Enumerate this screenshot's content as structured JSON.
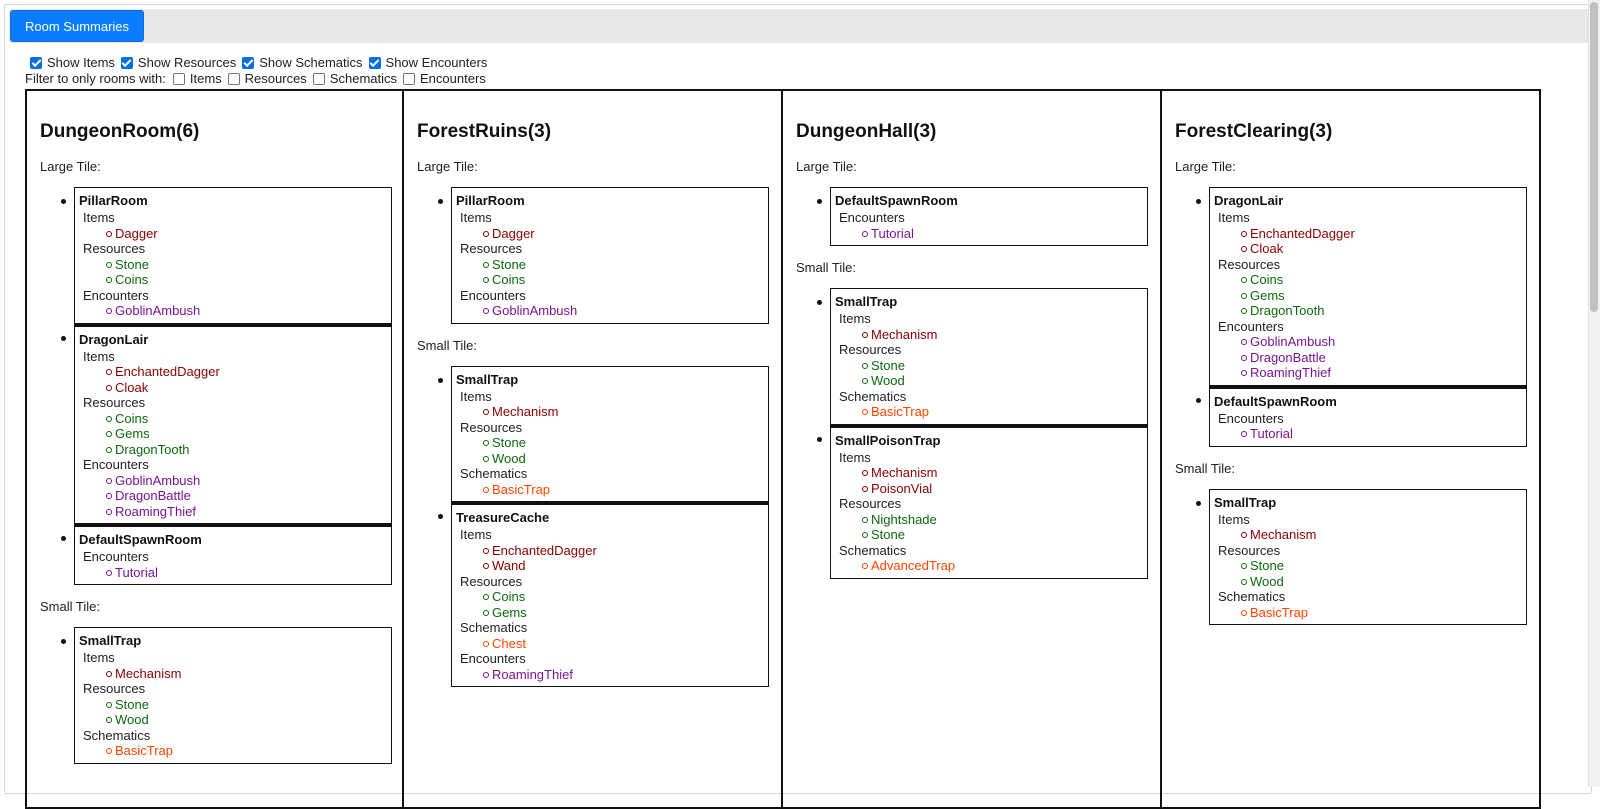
{
  "tab": {
    "label": "Room Summaries"
  },
  "controls": {
    "show": [
      {
        "label": "Show Items",
        "checked": true
      },
      {
        "label": "Show Resources",
        "checked": true
      },
      {
        "label": "Show Schematics",
        "checked": true
      },
      {
        "label": "Show Encounters",
        "checked": true
      }
    ],
    "filter_label": "Filter to only rooms with:",
    "filter": [
      {
        "label": "Items",
        "checked": false
      },
      {
        "label": "Resources",
        "checked": false
      },
      {
        "label": "Schematics",
        "checked": false
      },
      {
        "label": "Encounters",
        "checked": false
      }
    ]
  },
  "colors": {
    "items": "#8b0000",
    "resources": "#0a6b0a",
    "schematics": "#ff4500",
    "encounters": "#7b1493",
    "tab": "#0a7dff"
  },
  "columns": [
    {
      "title": "DungeonRoom(6)",
      "sections": [
        {
          "label": "Large Tile:",
          "rooms": [
            {
              "name": "PillarRoom",
              "groups": [
                {
                  "type": "items",
                  "label": "Items",
                  "entries": [
                    "Dagger"
                  ]
                },
                {
                  "type": "resources",
                  "label": "Resources",
                  "entries": [
                    "Stone",
                    "Coins"
                  ]
                },
                {
                  "type": "encounters",
                  "label": "Encounters",
                  "entries": [
                    "GoblinAmbush"
                  ]
                }
              ]
            },
            {
              "name": "DragonLair",
              "groups": [
                {
                  "type": "items",
                  "label": "Items",
                  "entries": [
                    "EnchantedDagger",
                    "Cloak"
                  ]
                },
                {
                  "type": "resources",
                  "label": "Resources",
                  "entries": [
                    "Coins",
                    "Gems",
                    "DragonTooth"
                  ]
                },
                {
                  "type": "encounters",
                  "label": "Encounters",
                  "entries": [
                    "GoblinAmbush",
                    "DragonBattle",
                    "RoamingThief"
                  ]
                }
              ]
            },
            {
              "name": "DefaultSpawnRoom",
              "groups": [
                {
                  "type": "encounters",
                  "label": "Encounters",
                  "entries": [
                    "Tutorial"
                  ]
                }
              ]
            }
          ]
        },
        {
          "label": "Small Tile:",
          "rooms": [
            {
              "name": "SmallTrap",
              "groups": [
                {
                  "type": "items",
                  "label": "Items",
                  "entries": [
                    "Mechanism"
                  ]
                },
                {
                  "type": "resources",
                  "label": "Resources",
                  "entries": [
                    "Stone",
                    "Wood"
                  ]
                },
                {
                  "type": "schematics",
                  "label": "Schematics",
                  "entries": [
                    "BasicTrap"
                  ]
                }
              ]
            }
          ]
        }
      ]
    },
    {
      "title": "ForestRuins(3)",
      "sections": [
        {
          "label": "Large Tile:",
          "rooms": [
            {
              "name": "PillarRoom",
              "groups": [
                {
                  "type": "items",
                  "label": "Items",
                  "entries": [
                    "Dagger"
                  ]
                },
                {
                  "type": "resources",
                  "label": "Resources",
                  "entries": [
                    "Stone",
                    "Coins"
                  ]
                },
                {
                  "type": "encounters",
                  "label": "Encounters",
                  "entries": [
                    "GoblinAmbush"
                  ]
                }
              ]
            }
          ]
        },
        {
          "label": "Small Tile:",
          "rooms": [
            {
              "name": "SmallTrap",
              "groups": [
                {
                  "type": "items",
                  "label": "Items",
                  "entries": [
                    "Mechanism"
                  ]
                },
                {
                  "type": "resources",
                  "label": "Resources",
                  "entries": [
                    "Stone",
                    "Wood"
                  ]
                },
                {
                  "type": "schematics",
                  "label": "Schematics",
                  "entries": [
                    "BasicTrap"
                  ]
                }
              ]
            },
            {
              "name": "TreasureCache",
              "groups": [
                {
                  "type": "items",
                  "label": "Items",
                  "entries": [
                    "EnchantedDagger",
                    "Wand"
                  ]
                },
                {
                  "type": "resources",
                  "label": "Resources",
                  "entries": [
                    "Coins",
                    "Gems"
                  ]
                },
                {
                  "type": "schematics",
                  "label": "Schematics",
                  "entries": [
                    "Chest"
                  ]
                },
                {
                  "type": "encounters",
                  "label": "Encounters",
                  "entries": [
                    "RoamingThief"
                  ]
                }
              ]
            }
          ]
        }
      ]
    },
    {
      "title": "DungeonHall(3)",
      "sections": [
        {
          "label": "Large Tile:",
          "rooms": [
            {
              "name": "DefaultSpawnRoom",
              "groups": [
                {
                  "type": "encounters",
                  "label": "Encounters",
                  "entries": [
                    "Tutorial"
                  ]
                }
              ]
            }
          ]
        },
        {
          "label": "Small Tile:",
          "rooms": [
            {
              "name": "SmallTrap",
              "groups": [
                {
                  "type": "items",
                  "label": "Items",
                  "entries": [
                    "Mechanism"
                  ]
                },
                {
                  "type": "resources",
                  "label": "Resources",
                  "entries": [
                    "Stone",
                    "Wood"
                  ]
                },
                {
                  "type": "schematics",
                  "label": "Schematics",
                  "entries": [
                    "BasicTrap"
                  ]
                }
              ]
            },
            {
              "name": "SmallPoisonTrap",
              "groups": [
                {
                  "type": "items",
                  "label": "Items",
                  "entries": [
                    "Mechanism",
                    "PoisonVial"
                  ]
                },
                {
                  "type": "resources",
                  "label": "Resources",
                  "entries": [
                    "Nightshade",
                    "Stone"
                  ]
                },
                {
                  "type": "schematics",
                  "label": "Schematics",
                  "entries": [
                    "AdvancedTrap"
                  ]
                }
              ]
            }
          ]
        }
      ]
    },
    {
      "title": "ForestClearing(3)",
      "sections": [
        {
          "label": "Large Tile:",
          "rooms": [
            {
              "name": "DragonLair",
              "groups": [
                {
                  "type": "items",
                  "label": "Items",
                  "entries": [
                    "EnchantedDagger",
                    "Cloak"
                  ]
                },
                {
                  "type": "resources",
                  "label": "Resources",
                  "entries": [
                    "Coins",
                    "Gems",
                    "DragonTooth"
                  ]
                },
                {
                  "type": "encounters",
                  "label": "Encounters",
                  "entries": [
                    "GoblinAmbush",
                    "DragonBattle",
                    "RoamingThief"
                  ]
                }
              ]
            },
            {
              "name": "DefaultSpawnRoom",
              "groups": [
                {
                  "type": "encounters",
                  "label": "Encounters",
                  "entries": [
                    "Tutorial"
                  ]
                }
              ]
            }
          ]
        },
        {
          "label": "Small Tile:",
          "rooms": [
            {
              "name": "SmallTrap",
              "groups": [
                {
                  "type": "items",
                  "label": "Items",
                  "entries": [
                    "Mechanism"
                  ]
                },
                {
                  "type": "resources",
                  "label": "Resources",
                  "entries": [
                    "Stone",
                    "Wood"
                  ]
                },
                {
                  "type": "schematics",
                  "label": "Schematics",
                  "entries": [
                    "BasicTrap"
                  ]
                }
              ]
            }
          ]
        }
      ]
    }
  ]
}
